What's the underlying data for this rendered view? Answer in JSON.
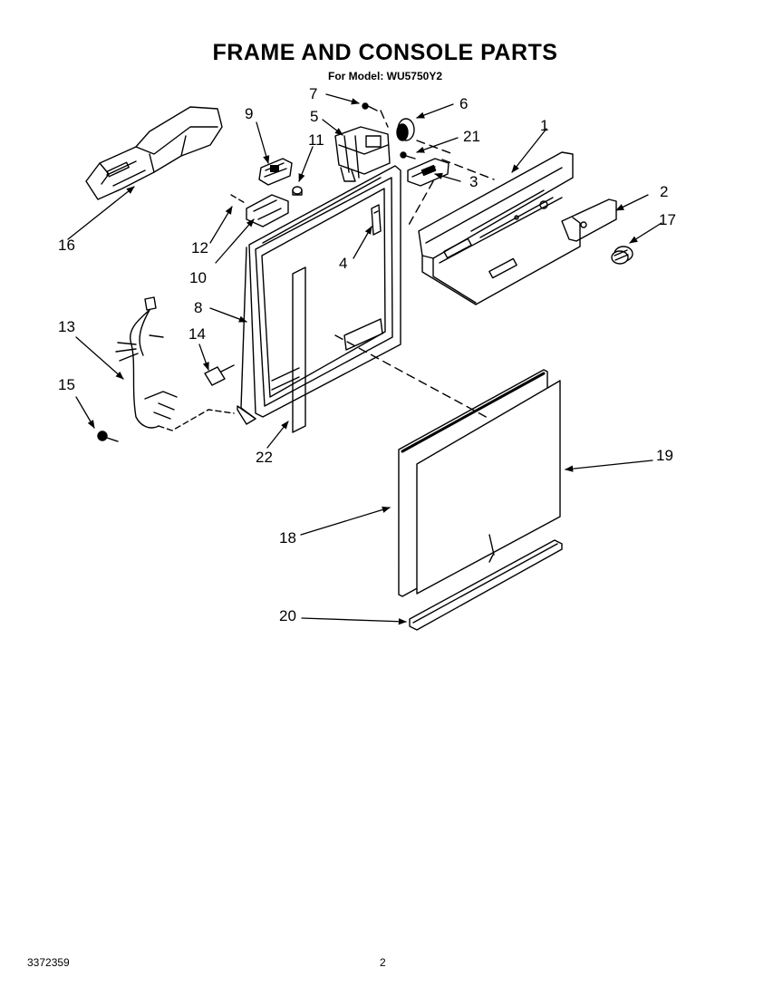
{
  "header": {
    "title": "FRAME AND CONSOLE PARTS",
    "subtitle": "For Model: WU5750Y2"
  },
  "callouts": [
    "1",
    "2",
    "3",
    "4",
    "5",
    "6",
    "7",
    "8",
    "9",
    "10",
    "11",
    "12",
    "13",
    "14",
    "15",
    "16",
    "17",
    "18",
    "19",
    "20",
    "21",
    "22"
  ],
  "footer": {
    "doc_number": "3372359",
    "page_number": "2"
  }
}
